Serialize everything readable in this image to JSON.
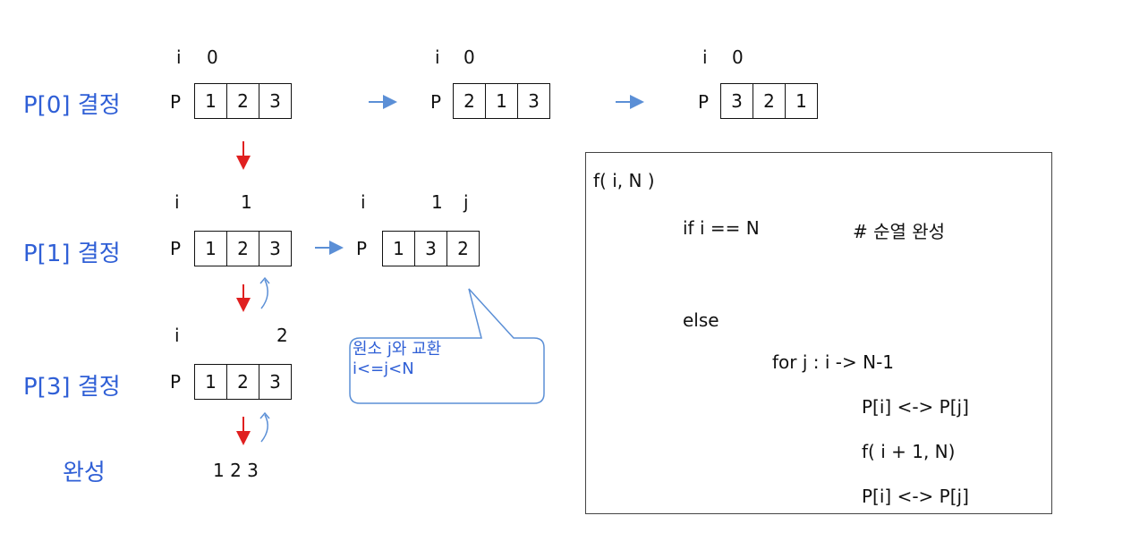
{
  "rows": [
    {
      "label": "P[0] 결정"
    },
    {
      "label": "P[1] 결정"
    },
    {
      "label": "P[3] 결정"
    },
    {
      "label": "완성"
    }
  ],
  "arrays": {
    "a1": {
      "top": [
        "i",
        "0",
        ""
      ],
      "p": "P",
      "cells": [
        "1",
        "2",
        "3"
      ]
    },
    "a2": {
      "top": [
        "i",
        "0",
        ""
      ],
      "p": "P",
      "cells": [
        "2",
        "1",
        "3"
      ]
    },
    "a3": {
      "top": [
        "i",
        "0",
        ""
      ],
      "p": "P",
      "cells": [
        "3",
        "2",
        "1"
      ]
    },
    "b1": {
      "top": [
        "i",
        "1",
        ""
      ],
      "p": "P",
      "cells": [
        "1",
        "2",
        "3"
      ]
    },
    "b2": {
      "top": [
        "i",
        "1",
        "j"
      ],
      "p": "P",
      "cells": [
        "1",
        "3",
        "2"
      ]
    },
    "c1": {
      "top": [
        "i",
        "2",
        ""
      ],
      "p": "P",
      "cells": [
        "1",
        "2",
        "3"
      ]
    }
  },
  "result": "1 2 3",
  "callout": {
    "line1": "원소 j와 교환",
    "line2": "i<=j<N"
  },
  "code": [
    "f( i, N )",
    "if i == N",
    "# 순열 완성",
    "else",
    "for j : i -> N-1",
    "P[i] <-> P[j]",
    "f( i + 1, N)",
    "P[i] <-> P[j]"
  ],
  "colors": {
    "label": "#2f5fd6",
    "down_arrow": "#e02020",
    "right_arrow": "#5b8fd6",
    "callout": "#5b8fd6"
  }
}
